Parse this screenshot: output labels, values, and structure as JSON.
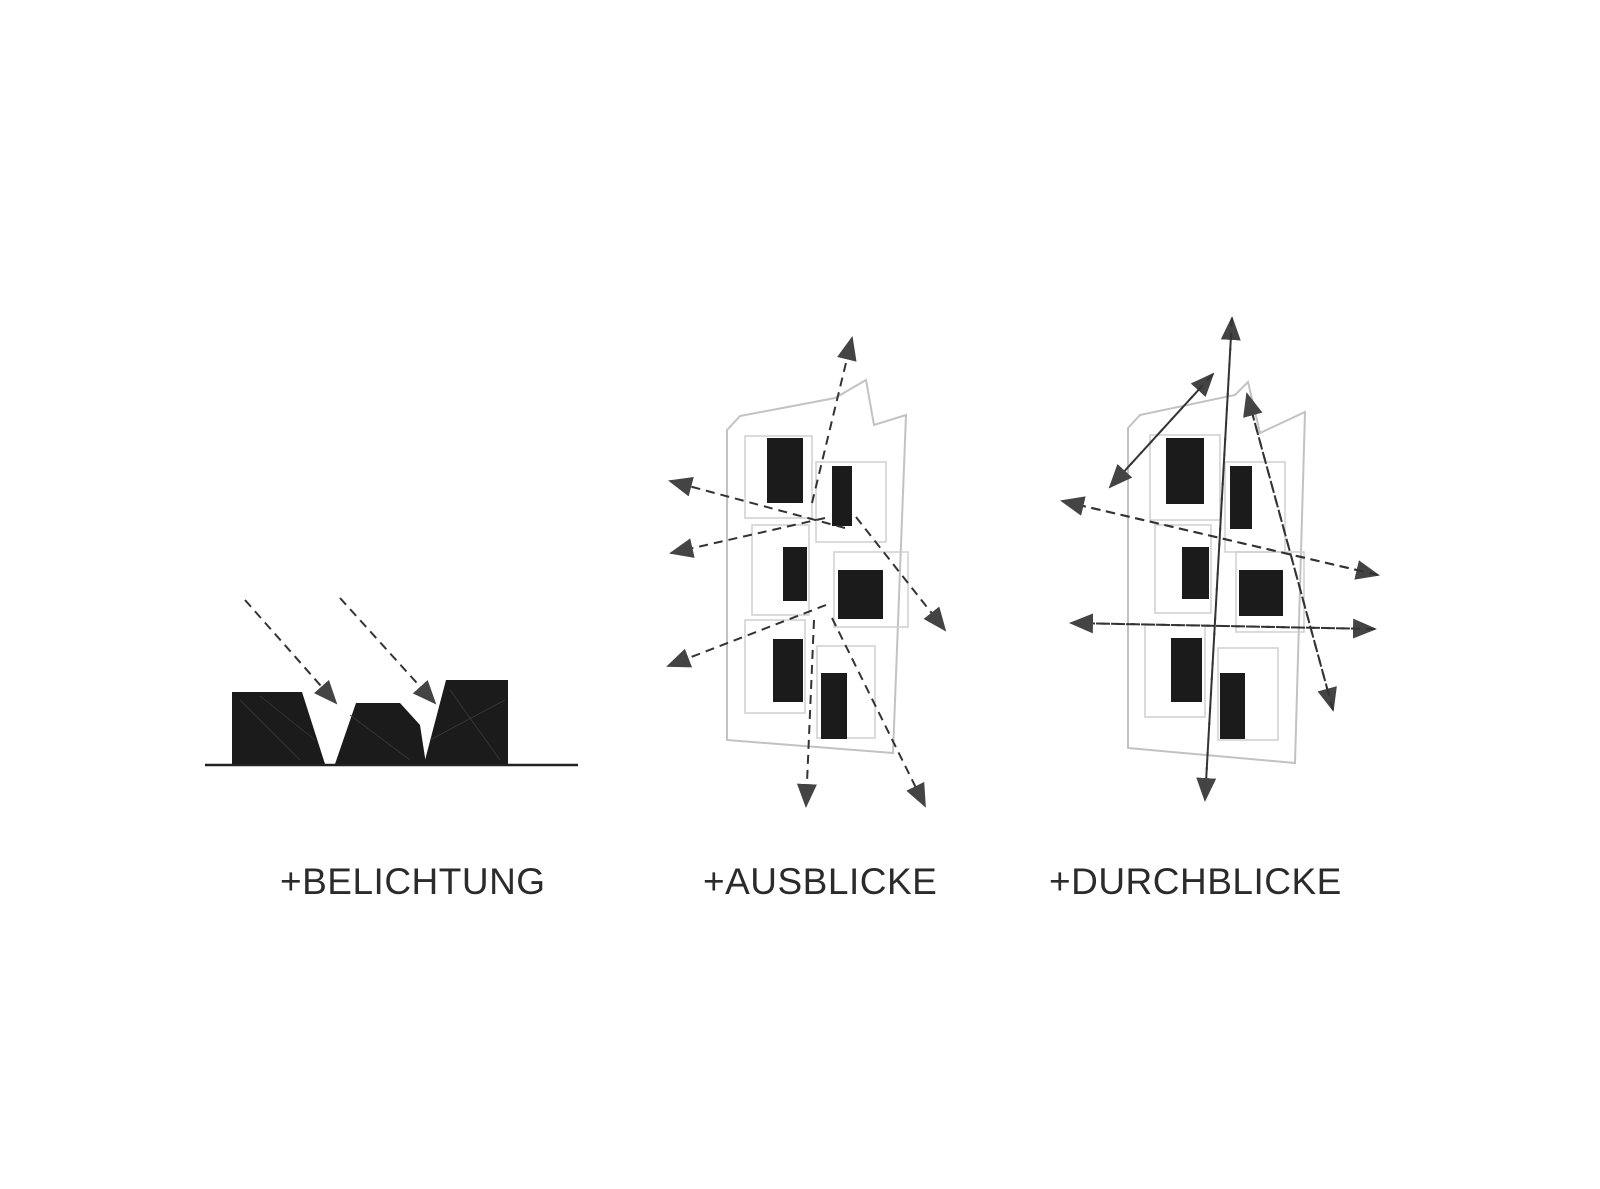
{
  "diagrams": [
    {
      "caption": "+BELICHTUNG"
    },
    {
      "caption": "+AUSBLICKE"
    },
    {
      "caption": "+DURCHBLICKE"
    }
  ],
  "colors": {
    "mass": "#1b1b1b",
    "arrow": "#333333",
    "outline": "#c2c2c2",
    "text": "#2b2b2b"
  }
}
